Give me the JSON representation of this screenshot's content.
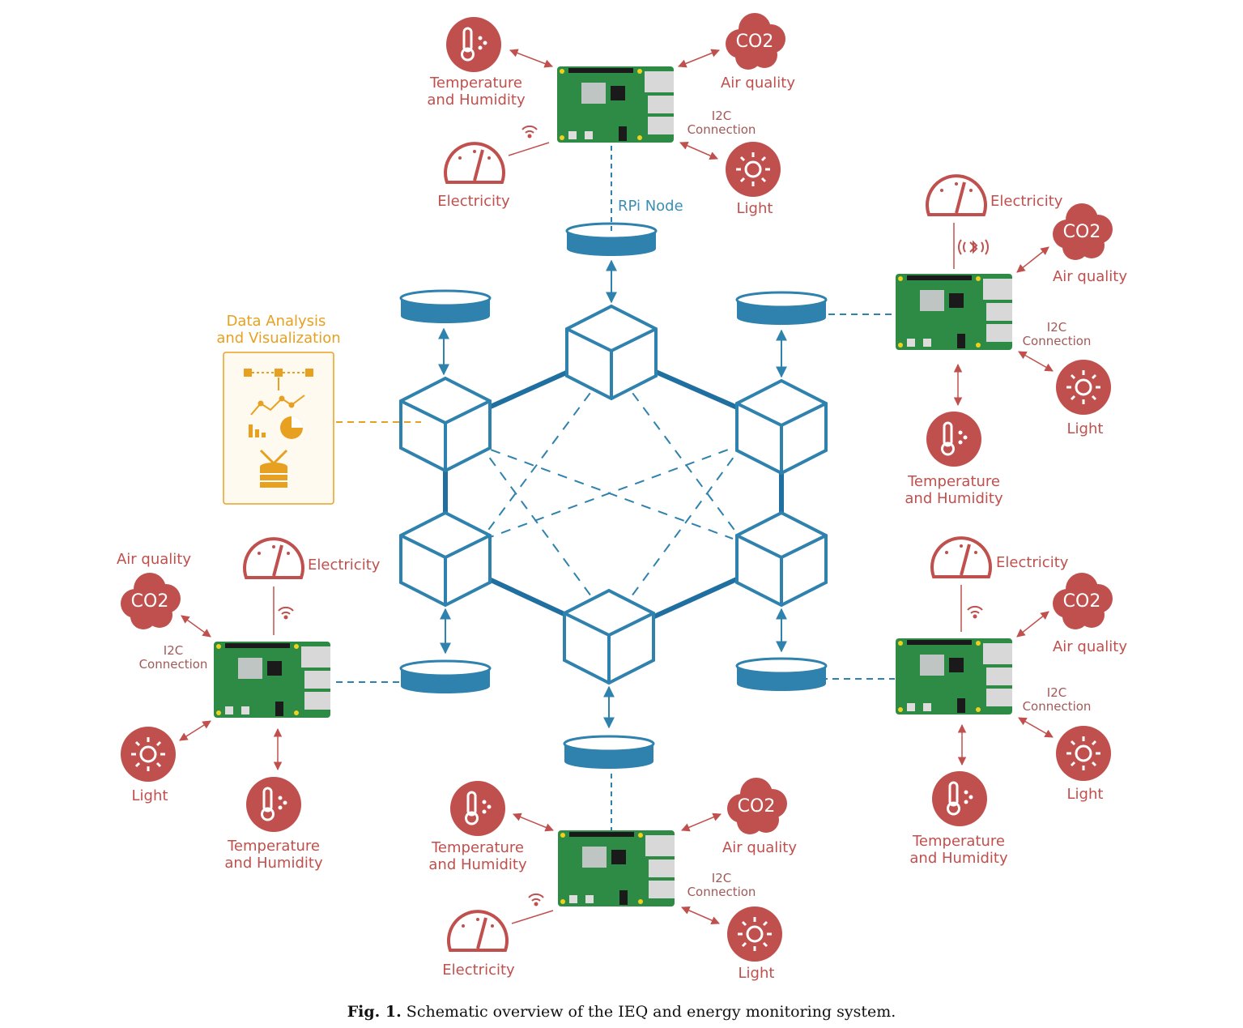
{
  "labels": {
    "temperature_line1": "Temperature",
    "temperature_line2": "and Humidity",
    "air_quality": "Air quality",
    "co2": "CO2",
    "electricity": "Electricity",
    "light": "Light",
    "i2c_line1": "I2C",
    "i2c_line2": "Connection",
    "rpi_node": "RPi Node",
    "analysis_line1": "Data Analysis",
    "analysis_line2": "and Visualization"
  },
  "caption": {
    "prefix": "Fig. 1.",
    "text": "Schematic overview of the IEQ and energy monitoring system."
  },
  "colors": {
    "sensor_red": "#c0504d",
    "network_blue": "#2f82ad",
    "analysis_orange": "#e8a020",
    "board_green": "#2e8b45"
  },
  "icons": [
    "thermometer-icon",
    "co2-cloud-icon",
    "gauge-icon",
    "sun-icon",
    "wifi-icon",
    "bluetooth-icon",
    "raspberry-pi-board-icon",
    "database-icon",
    "blockchain-cube-icon",
    "chart-icon"
  ]
}
